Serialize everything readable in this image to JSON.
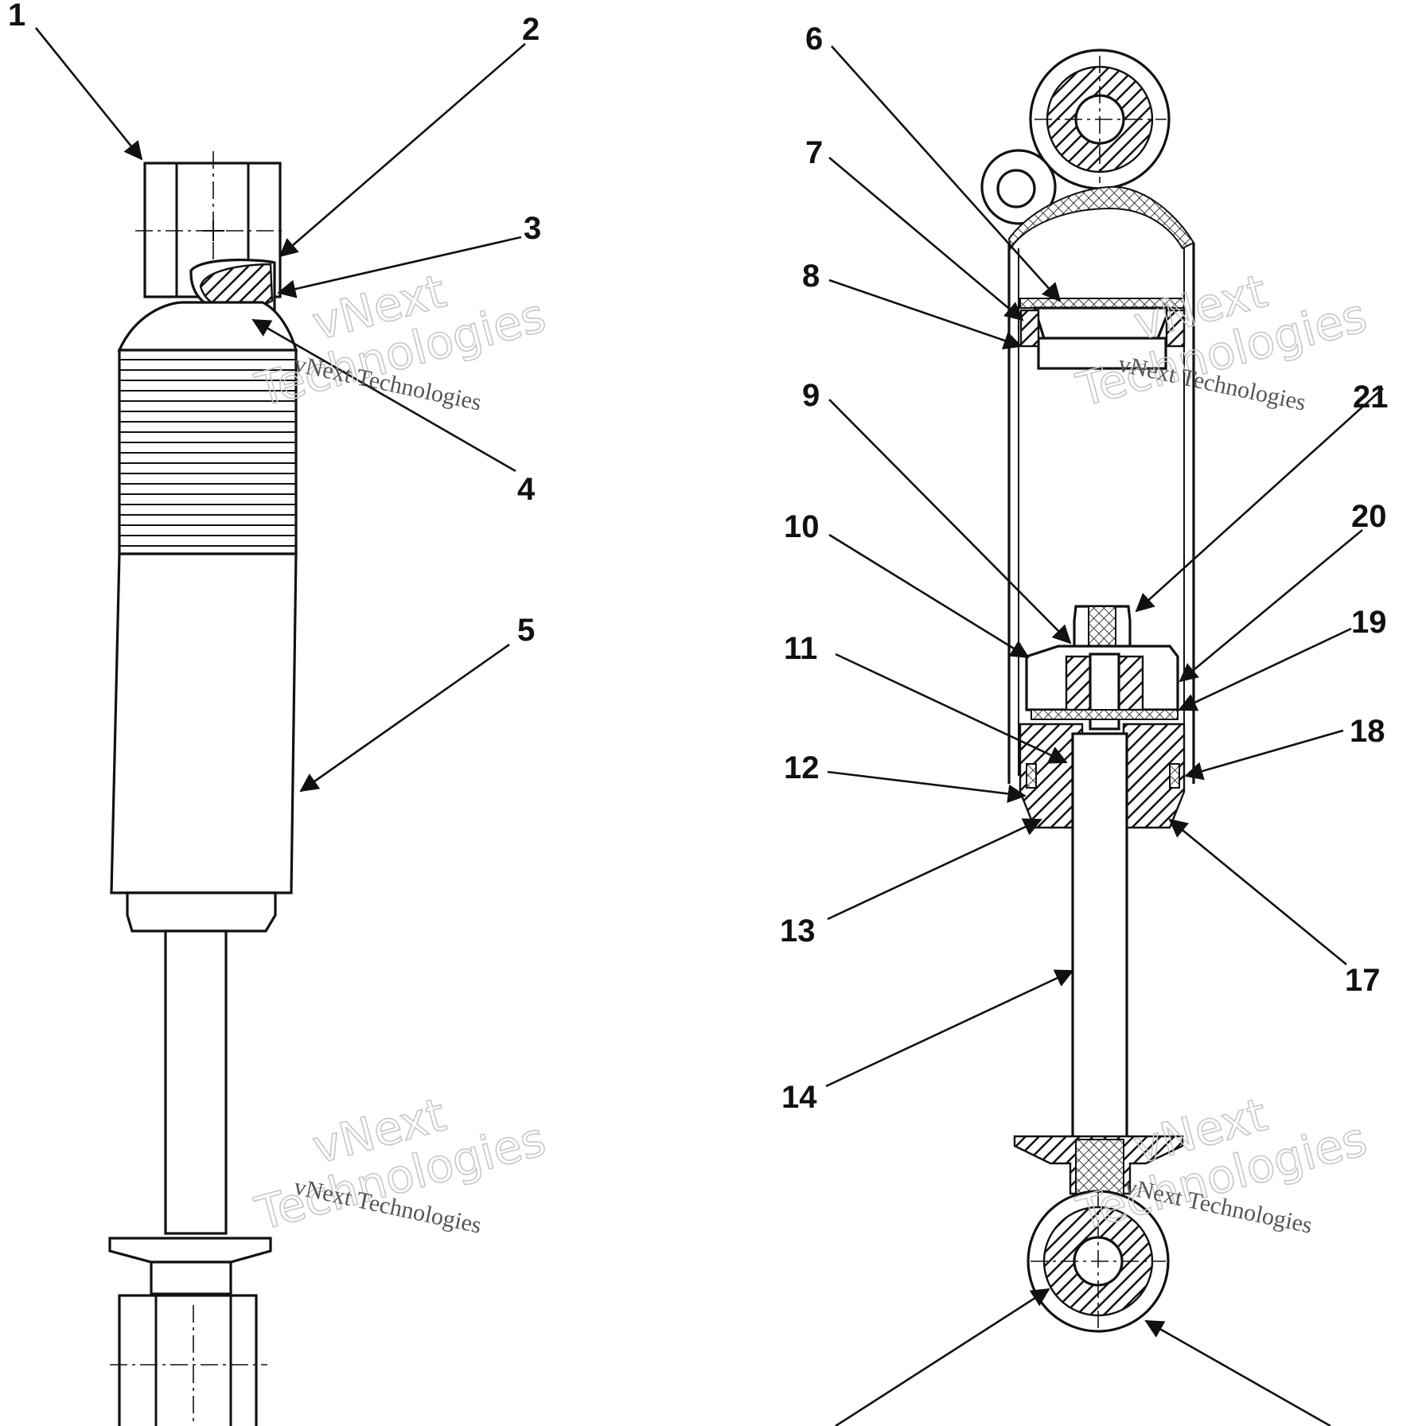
{
  "callouts": {
    "c1": "1",
    "c2": "2",
    "c3": "3",
    "c4": "4",
    "c5": "5",
    "c6": "6",
    "c7": "7",
    "c8": "8",
    "c9": "9",
    "c10": "10",
    "c11": "11",
    "c12": "12",
    "c13": "13",
    "c14": "14",
    "c17": "17",
    "c18": "18",
    "c19": "19",
    "c20": "20",
    "c21": "21"
  },
  "watermark": {
    "brand_line1": "vNext",
    "brand_line2": "Technologies",
    "brand_caption": "vNext Technologies"
  }
}
